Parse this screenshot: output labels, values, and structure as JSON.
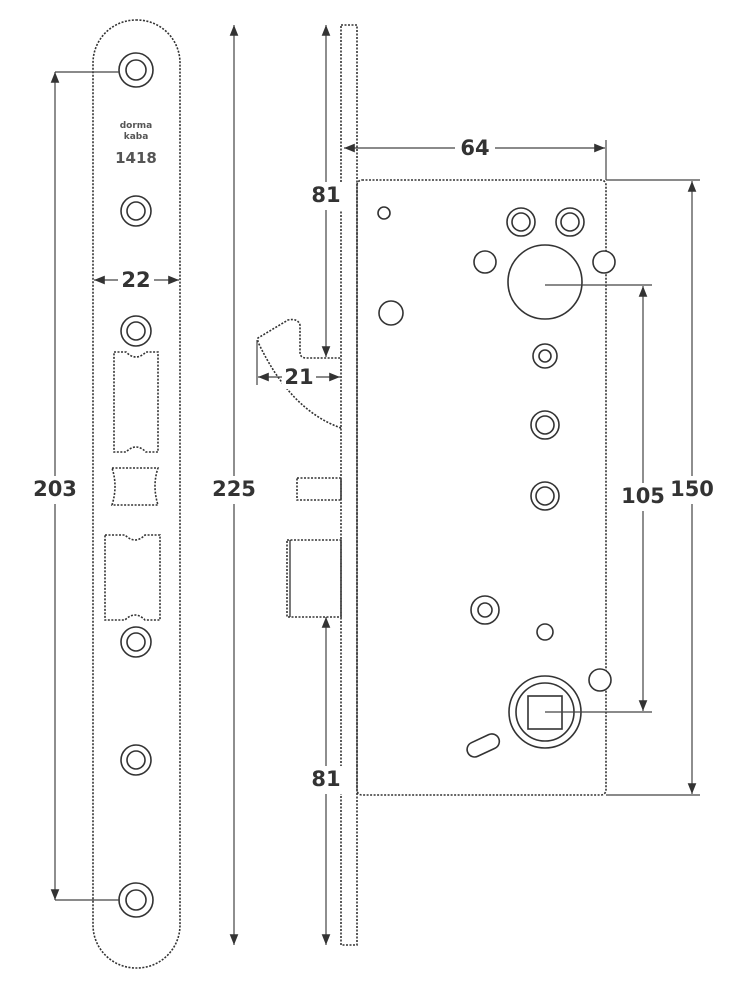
{
  "logo": {
    "brand_line1": "dorma",
    "brand_line2": "kaba",
    "model": "1418"
  },
  "dimensions": {
    "faceplate_hole_spacing": "203",
    "faceplate_width": "22",
    "faceplate_length": "225",
    "top_offset": "81",
    "latch_projection": "21",
    "backset": "64",
    "spindle_to_cylinder": "105",
    "case_height": "150",
    "bottom_offset": "81"
  }
}
